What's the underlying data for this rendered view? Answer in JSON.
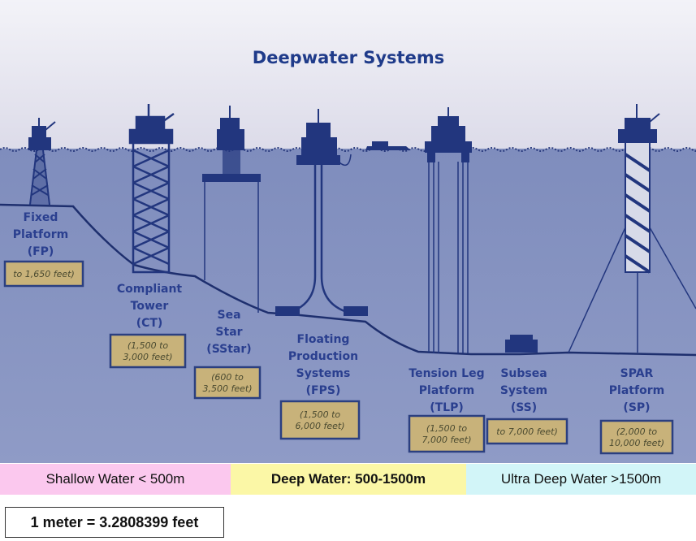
{
  "title": "Deepwater Systems",
  "systems": [
    {
      "key": "fp",
      "name": [
        "Fixed",
        "Platform",
        "(FP)"
      ],
      "depth": [
        "to 1,650 feet)"
      ]
    },
    {
      "key": "ct",
      "name": [
        "Compliant",
        "Tower",
        "(CT)"
      ],
      "depth": [
        "(1,500 to",
        "3,000 feet)"
      ]
    },
    {
      "key": "sstar",
      "name": [
        "Sea",
        "Star",
        "(SStar)"
      ],
      "depth": [
        "(600 to",
        "3,500 feet)"
      ]
    },
    {
      "key": "fps",
      "name": [
        "Floating",
        "Production",
        "Systems",
        "(FPS)"
      ],
      "depth": [
        "(1,500 to",
        "6,000 feet)"
      ]
    },
    {
      "key": "tlp",
      "name": [
        "Tension Leg",
        "Platform",
        "(TLP)"
      ],
      "depth": [
        "(1,500 to",
        "7,000 feet)"
      ]
    },
    {
      "key": "ss",
      "name": [
        "Subsea",
        "System",
        "(SS)"
      ],
      "depth": [
        "to 7,000 feet)"
      ]
    },
    {
      "key": "sp",
      "name": [
        "SPAR",
        "Platform",
        "(SP)"
      ],
      "depth": [
        "(2,000 to",
        "10,000 feet)"
      ]
    }
  ],
  "bands": {
    "shallow": {
      "label": "Shallow Water < 500m",
      "color": "#fbc8ee"
    },
    "deep": {
      "label": "Deep Water: 500-1500m",
      "color": "#fbf7a6"
    },
    "ultra": {
      "label": "Ultra Deep Water >1500m",
      "color": "#d2f5f8"
    }
  },
  "conversion": "1 meter = 3.2808399 feet",
  "colors": {
    "sky": "#e9e9f4",
    "water": "#8e9bc6",
    "seabed_line": "#1e2f6e",
    "structure": "#22367e",
    "depth_box": "#c8b27a"
  }
}
